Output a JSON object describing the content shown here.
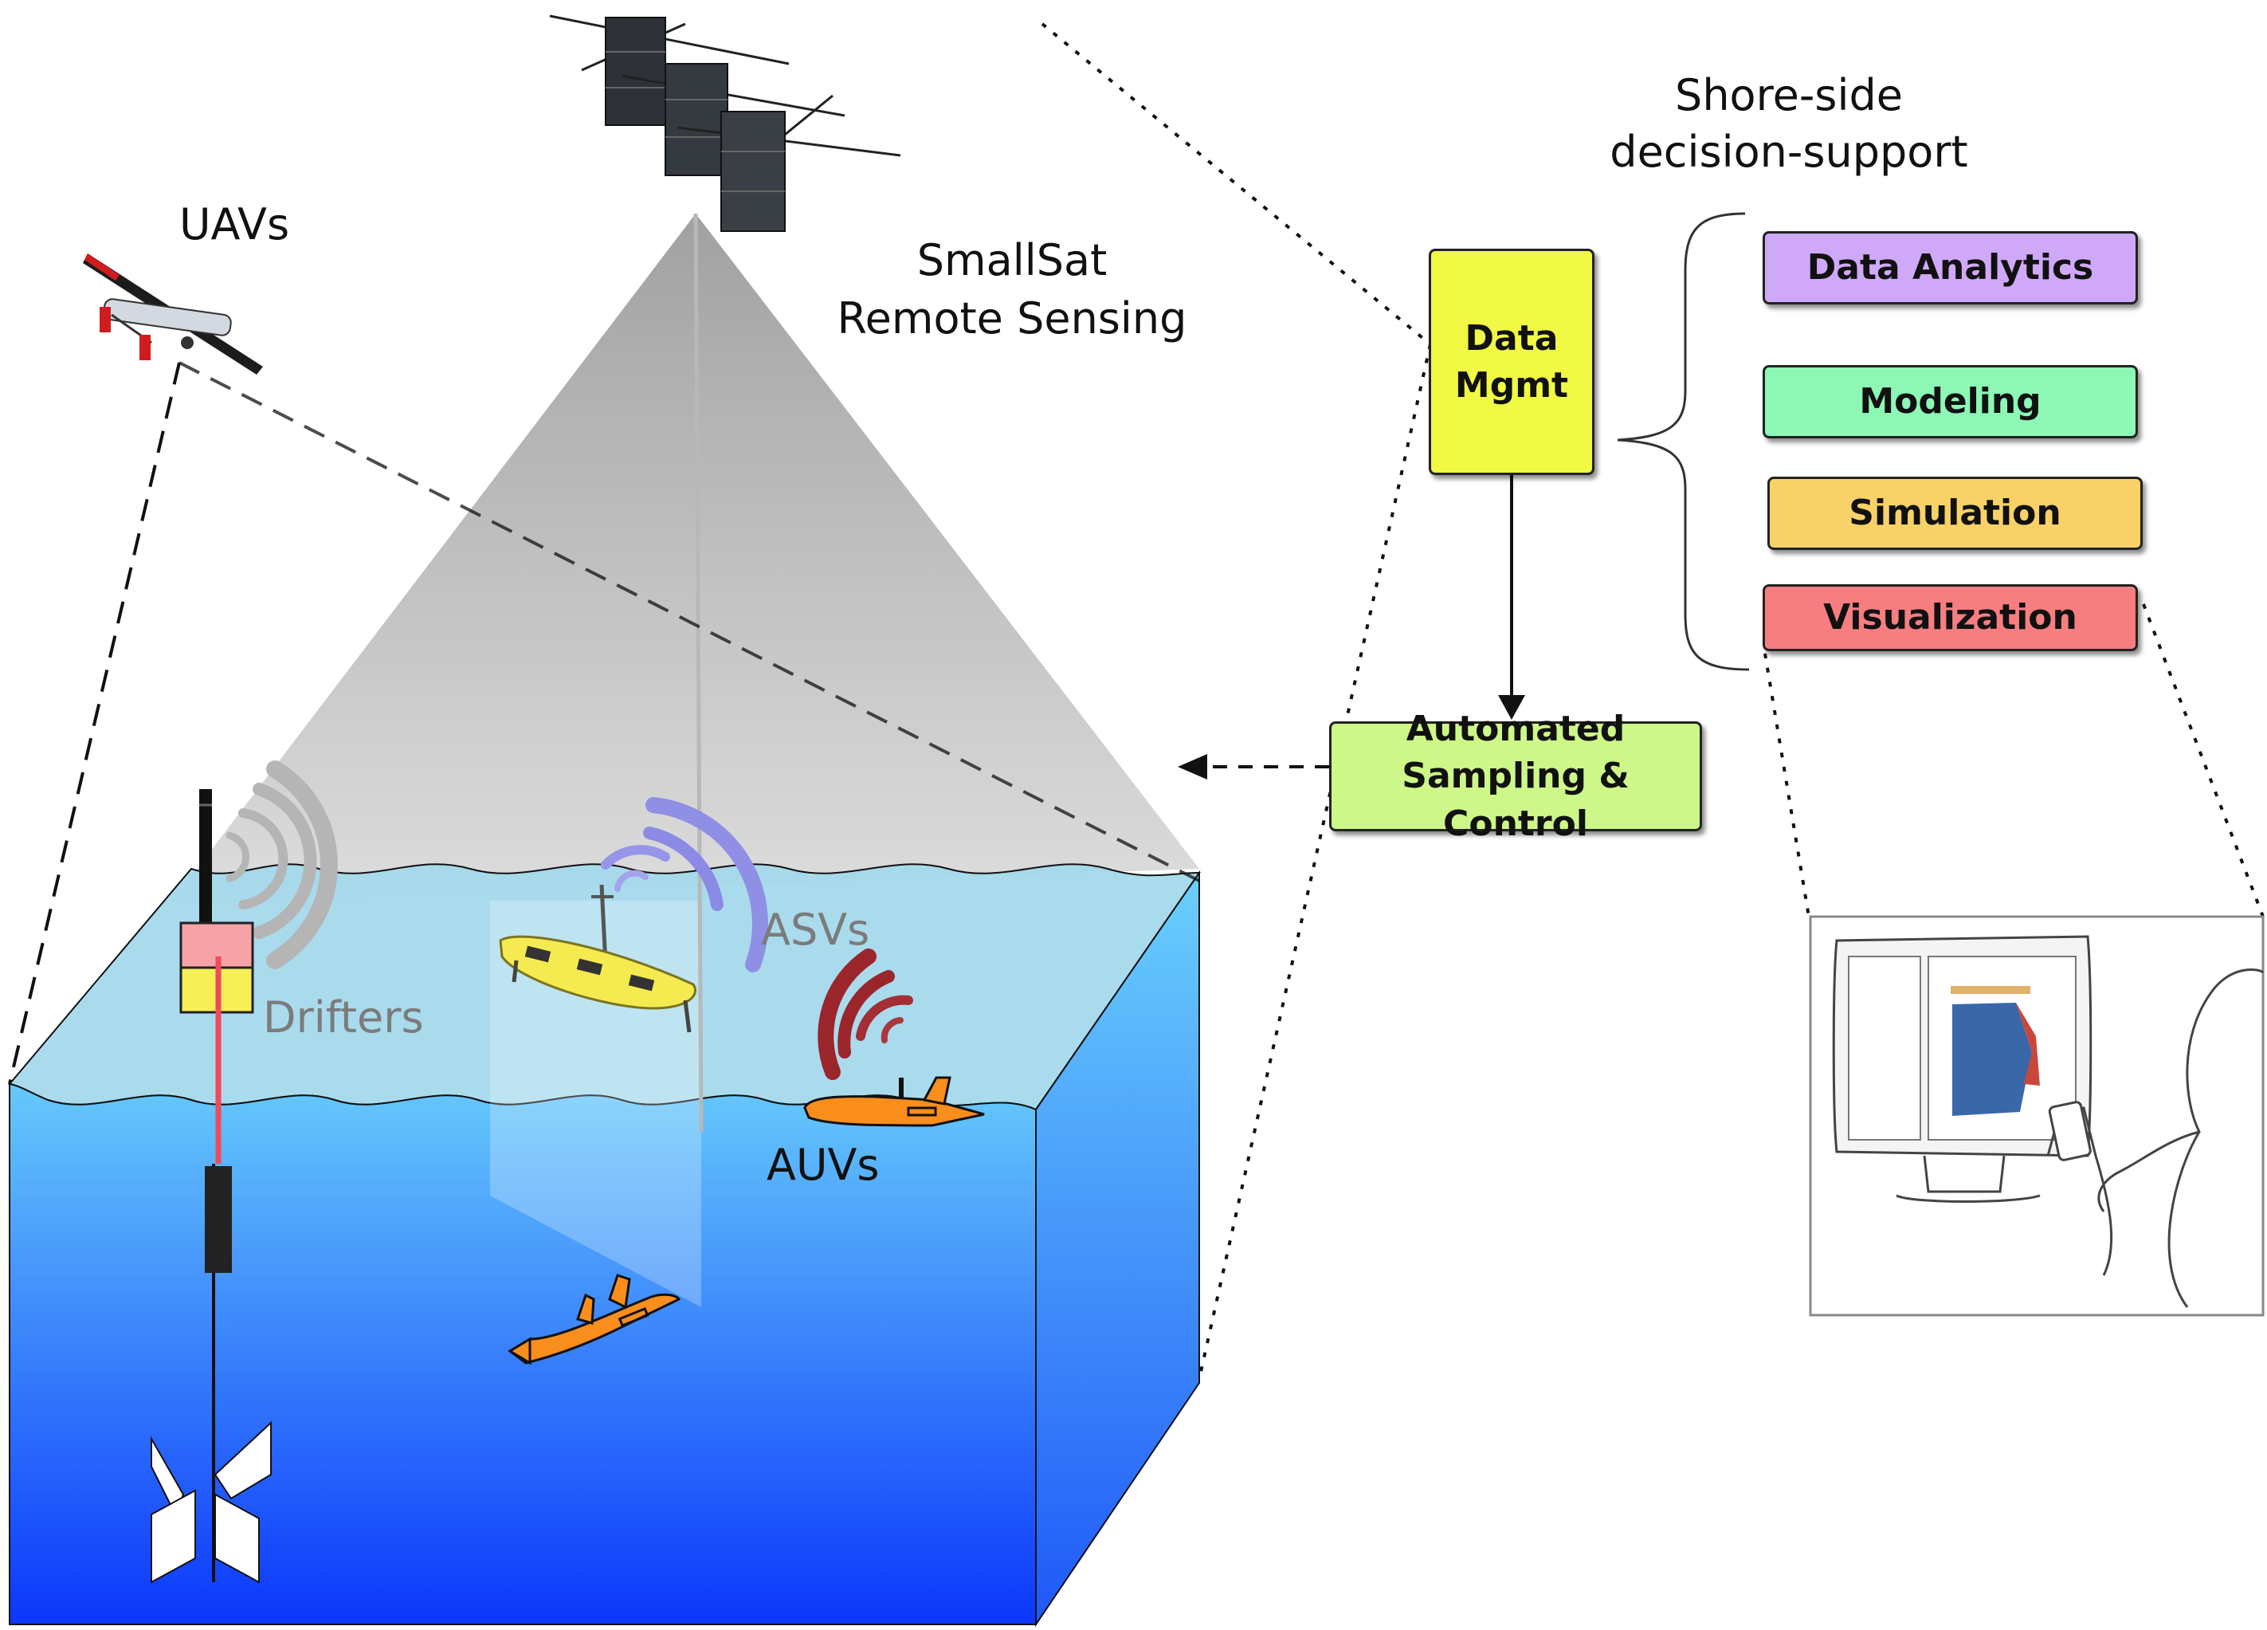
{
  "labels": {
    "uavs": "UAVs",
    "smallsat_line1": "SmallSat",
    "smallsat_line2": "Remote Sensing",
    "shore_line1": "Shore-side",
    "shore_line2": "decision-support",
    "drifters": "Drifters",
    "asvs": "ASVs",
    "auvs": "AUVs"
  },
  "boxes": {
    "data_mgmt": {
      "line1": "Data",
      "line2": "Mgmt"
    },
    "automated_sampling": {
      "line1": "Automated",
      "line2": "Sampling & Control"
    },
    "data_analytics": "Data Analytics",
    "modeling": "Modeling",
    "simulation": "Simulation",
    "visualization": "Visualization"
  },
  "colors": {
    "data_mgmt": "#f0f943",
    "automated_sampling": "#cdf788",
    "data_analytics": "#cfa9f7",
    "modeling": "#8df7b5",
    "simulation": "#f8d268",
    "visualization": "#f77e80",
    "ocean_top": "#9fd6ea",
    "ocean_front_top": "#66c7fb",
    "ocean_front_bottom": "#0c3cfb",
    "auv": "#f98e1c",
    "asv": "#f4ea52"
  }
}
